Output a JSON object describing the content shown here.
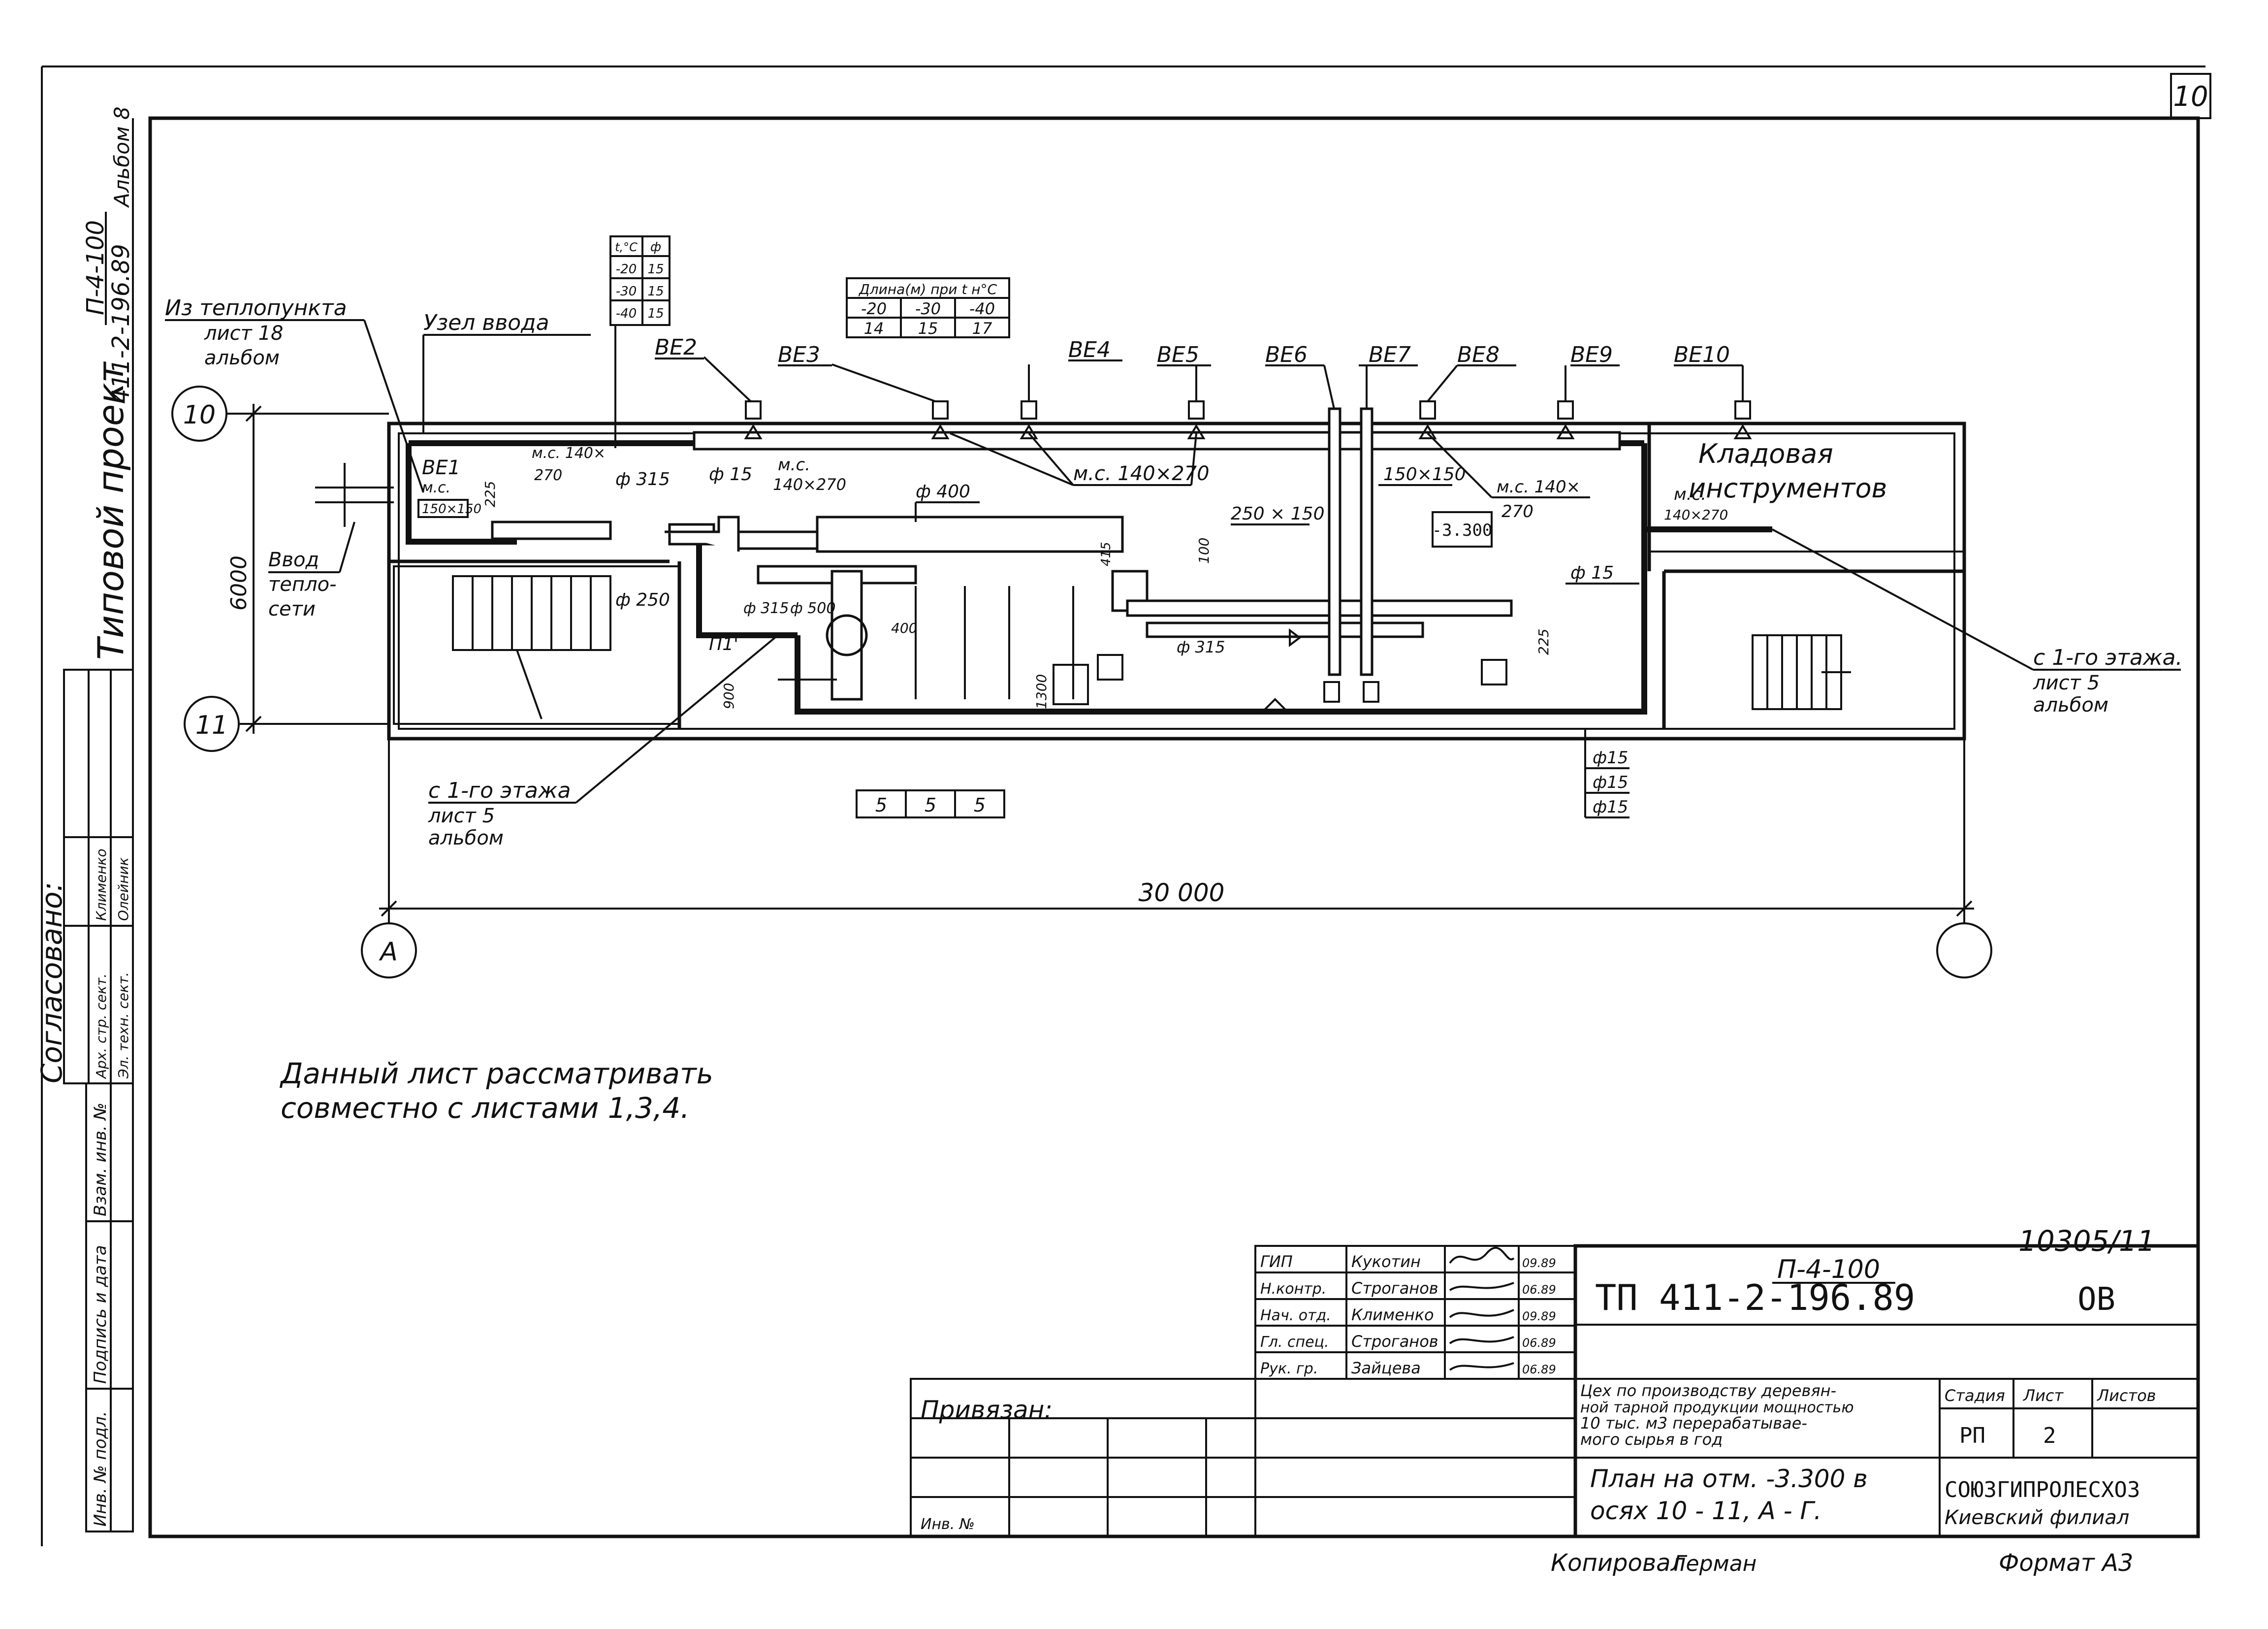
{
  "sheet": {
    "sheet_number": "10",
    "side_title": "Типовой проект",
    "side_code_top": "П-4-100",
    "side_code_bottom": "411-2-196.89",
    "side_album": "Альбом 8",
    "agreed_label": "Согласовано:",
    "agreed_rows": [
      {
        "role": "Арх. стр. сект.",
        "name": "Клименко"
      },
      {
        "role": "Эл. техн. сект.",
        "name": "Олейник"
      }
    ],
    "stamp_cells": [
      "Инв. № подл.",
      "Подпись и дата",
      "Взам. инв. №"
    ]
  },
  "plan": {
    "axes": {
      "left_top": "10",
      "left_bottom": "11",
      "bottom_left": "А",
      "bottom_right": ""
    },
    "dim_total": "30 000",
    "dim_height": "6000",
    "elevation": "-3.300",
    "labels": {
      "from_heat_point": "Из теплопункта",
      "sheet_18": "лист 18",
      "album": "альбом",
      "input_node": "Узел ввода",
      "network_input_1": "Ввод",
      "network_input_2": "тепло-",
      "network_input_3": "сети",
      "storage_1": "Кладовая",
      "storage_2": "инструментов",
      "from_first_floor": "с 1-го этажа",
      "sheet_5": "лист 5",
      "album2": "альбом",
      "from_first_floor_right": "с 1-го этажа.",
      "sheet_5_right": "лист 5",
      "album_right": "альбом",
      "be1": "ВЕ1",
      "ms_be1": "м.с.",
      "be1_size": "150×150",
      "p1": "П1'"
    },
    "be_units": [
      "ВЕ2",
      "ВЕ3",
      "ВЕ4",
      "ВЕ5",
      "ВЕ6",
      "ВЕ7",
      "ВЕ8",
      "ВЕ9",
      "ВЕ10"
    ],
    "duct_labels": {
      "ms140_270_left_a": "м.с. 140×",
      "ms140_270_left_b": "270",
      "ms140_270_mid_a": "м.с.",
      "ms140_270_mid_b": "140×270",
      "ms140_270_center": "м.с. 140×270",
      "ms140_right_a": "м.с. 140×",
      "ms140_right_b": "270",
      "ms_store_a": "м.с.",
      "ms_store_b": "140×270",
      "d15_top": "ф 15",
      "d315_top": "ф 315",
      "d400": "ф 400",
      "d250": "ф 250",
      "d315_low": "ф 315",
      "d500": "ф 500",
      "d315_mid": "ф 315",
      "s250_150": "250 × 150",
      "s150_150": "150×150",
      "d15_right": "ф 15",
      "dim_415": "415",
      "dim_100": "100",
      "dim_225_top": "225",
      "dim_225_right": "225",
      "dim_400": "400",
      "dim_900": "900",
      "dim_1300": "1300",
      "d15_list": [
        "ф15",
        "ф15",
        "ф15"
      ]
    },
    "length_table": {
      "header": "Длина(м) при t н°С",
      "temps": [
        "-20",
        "-30",
        "-40"
      ],
      "lengths": [
        "14",
        "15",
        "17"
      ]
    },
    "phi_table": {
      "header": [
        "t,°С",
        "ф"
      ],
      "rows": [
        [
          "-20",
          "15"
        ],
        [
          "-30",
          "15"
        ],
        [
          "-40",
          "15"
        ]
      ]
    },
    "small_table": [
      "5",
      "5",
      "5"
    ],
    "note_line1": "Данный лист рассматривать",
    "note_line2": "совместно с листами 1,3,4."
  },
  "title_block": {
    "doc_number": "10305/11",
    "project_top": "П-4-100",
    "project_code": "ТП  411-2-196.89",
    "mark": "ОВ",
    "signatures": [
      {
        "role": "ГИП",
        "name": "Кукотин",
        "date": "09.89"
      },
      {
        "role": "Н.контр.",
        "name": "Строганов",
        "date": "06.89"
      },
      {
        "role": "Нач. отд.",
        "name": "Клименко",
        "date": "09.89"
      },
      {
        "role": "Гл. спец.",
        "name": "Строганов",
        "date": "06.89"
      },
      {
        "role": "Рук. гр.",
        "name": "Зайцева",
        "date": "06.89"
      }
    ],
    "bound_label": "Привязан:",
    "inv_label": "Инв. №",
    "object_line1": "Цех по производству деревян-",
    "object_line2": "ной тарной продукции мощностью",
    "object_line3": "10 тыс. м3 перерабатывае-",
    "object_line4": "мого сырья в год",
    "sheet_title_1": "План на отм. -3.300 в",
    "sheet_title_2": "осях  10 - 11,  А - Г.",
    "stage_label": "Стадия",
    "sheet_label": "Лист",
    "sheets_label": "Листов",
    "stage": "РП",
    "sheet": "2",
    "sheets": "",
    "org_line1": "СОЮЗГИПРОЛЕСХОЗ",
    "org_line2": "Киевский филиал",
    "copied_label": "Копировал",
    "copied_name": "Герман",
    "format_label": "Формат А3"
  }
}
